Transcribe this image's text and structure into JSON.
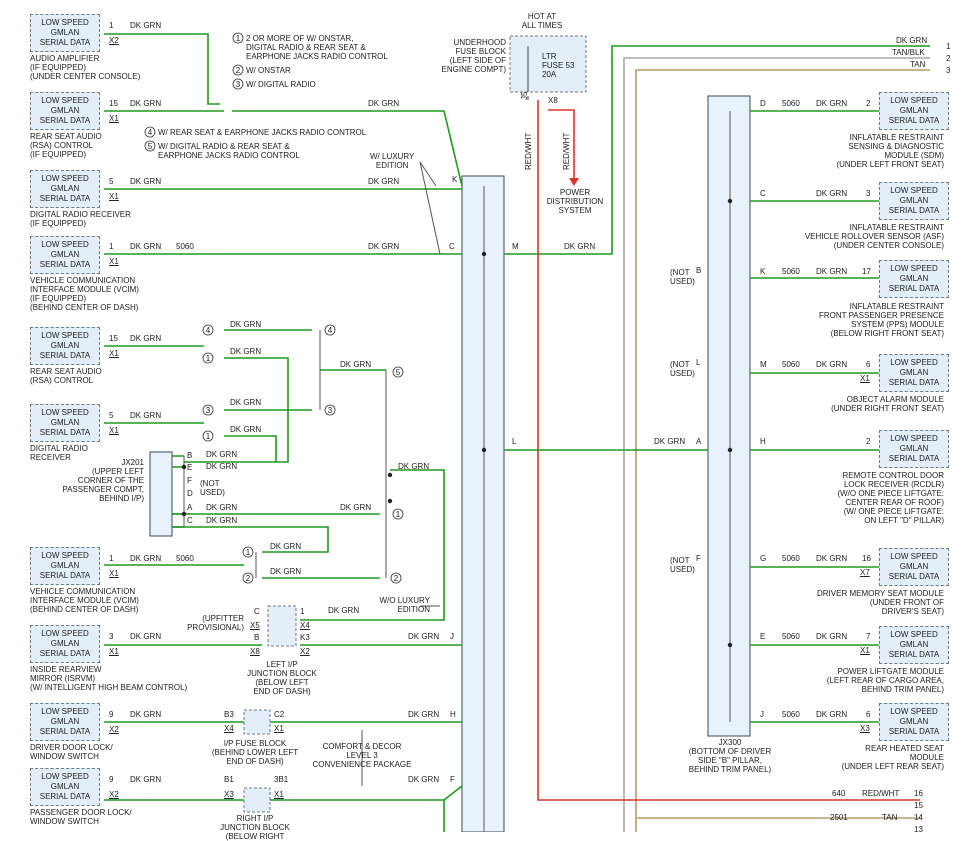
{
  "modules": [
    {
      "line1": "LOW SPEED",
      "line2": "GMLAN",
      "line3": "SERIAL DATA"
    }
  ],
  "wire_color": "DK GRN",
  "wire_colors": {
    "dk_grn": "#1e9a1e",
    "red_wht": "#e0332b",
    "tan": "#b59a6e",
    "tan_blk": "#a8a8a8"
  },
  "notes": {
    "n1": "2 OR MORE OF W/ ONSTAR,\nDIGITAL RADIO & REAR SEAT &\nEARPHONE JACKS RADIO CONTROL",
    "n2": "W/ ONSTAR",
    "n3": "W/ DIGITAL RADIO",
    "n4": "W/ REAR SEAT & EARPHONE JACKS RADIO CONTROL",
    "n5": "W/ DIGITAL RADIO & REAR SEAT &\nEARPHONE JACKS RADIO CONTROL"
  },
  "circle_nums": [
    "1",
    "2",
    "3",
    "4",
    "5"
  ],
  "left_modules": [
    {
      "pin": "1",
      "conn": "X2",
      "circuit": "",
      "desc": "AUDIO AMPLIFIER\n(IF EQUIPPED)\n(UNDER CENTER CONSOLE)"
    },
    {
      "pin": "15",
      "conn": "X1",
      "circuit": "",
      "desc": "REAR SEAT AUDIO\n(RSA) CONTROL\n(IF EQUIPPED)"
    },
    {
      "pin": "5",
      "conn": "X1",
      "circuit": "",
      "desc": "DIGITAL RADIO RECEIVER\n(IF EQUIPPED)"
    },
    {
      "pin": "1",
      "conn": "X1",
      "circuit": "5060",
      "desc": "VEHICLE COMMUNICATION\nINTERFACE MODULE (VCIM)\n(IF EQUIPPED)\n(BEHIND CENTER OF DASH)"
    },
    {
      "pin": "15",
      "conn": "X1",
      "circuit": "",
      "desc": "REAR SEAT AUDIO\n(RSA) CONTROL"
    },
    {
      "pin": "5",
      "conn": "X1",
      "circuit": "",
      "desc": "DIGITAL RADIO\nRECEIVER"
    },
    {
      "pin": "1",
      "conn": "X1",
      "circuit": "5060",
      "desc": "VEHICLE COMMUNICATION\nINTERFACE MODULE (VCIM)\n(BEHIND CENTER OF DASH)"
    },
    {
      "pin": "3",
      "conn": "X1",
      "circuit": "",
      "desc": "INSIDE REARVIEW\nMIRROR (ISRVM)\n(W/ INTELLIGENT HIGH BEAM CONTROL)"
    },
    {
      "pin": "9",
      "conn": "X2",
      "circuit": "",
      "desc": "DRIVER DOOR LOCK/\nWINDOW SWITCH"
    },
    {
      "pin": "9",
      "conn": "X2",
      "circuit": "",
      "desc": "PASSENGER DOOR LOCK/\nWINDOW SWITCH"
    }
  ],
  "right_modules": [
    {
      "jx_pin": "D",
      "circuit": "5060",
      "pin": "2",
      "conn": "",
      "desc": "INFLATABLE RESTRAINT\nSENSING & DIAGNOSTIC\nMODULE (SDM)\n(UNDER LEFT FRONT SEAT)"
    },
    {
      "jx_pin": "C",
      "circuit": "",
      "pin": "3",
      "conn": "",
      "desc": "INFLATABLE RESTRAINT\nVEHICLE ROLLOVER SENSOR (ASF)\n(UNDER CENTER CONSOLE)"
    },
    {
      "jx_pin": "K",
      "circuit": "5060",
      "pin": "17",
      "conn": "",
      "desc": "INFLATABLE RESTRAINT\nFRONT PASSENGER PRESENCE\nSYSTEM (PPS) MODULE\n(BELOW RIGHT FRONT SEAT)"
    },
    {
      "jx_pin": "M",
      "circuit": "5060",
      "pin": "6",
      "conn": "X1",
      "desc": "OBJECT ALARM MODULE\n(UNDER RIGHT FRONT SEAT)"
    },
    {
      "jx_pin": "H",
      "circuit": "",
      "pin": "2",
      "conn": "",
      "desc": "REMOTE CONTROL DOOR\nLOCK RECEIVER (RCDLR)\n(W/O ONE PIECE LIFTGATE:\nCENTER REAR OF ROOF)\n(W/ ONE PIECE LIFTGATE:\nON LEFT \"D\" PILLAR)"
    },
    {
      "jx_pin": "G",
      "circuit": "5060",
      "pin": "16",
      "conn": "X7",
      "desc": "DRIVER MEMORY SEAT MODULE\n(UNDER FRONT OF\nDRIVER'S SEAT)"
    },
    {
      "jx_pin": "E",
      "circuit": "5060",
      "pin": "7",
      "conn": "X1",
      "desc": "POWER LIFTGATE MODULE\n(LEFT REAR OF CARGO AREA,\nBEHIND TRIM PANEL)"
    },
    {
      "jx_pin": "J",
      "circuit": "5060",
      "pin": "6",
      "conn": "X3",
      "desc": "REAR HEATED SEAT\nMODULE\n(UNDER LEFT REAR SEAT)"
    }
  ],
  "jx201": {
    "desc": "JX201\n(UPPER LEFT\nCORNER OF THE\nPASSENGER COMPT,\nBEHIND I/P)",
    "pins": [
      "B",
      "E",
      "F",
      "D",
      "A",
      "C"
    ],
    "not_used": "(NOT\nUSED)"
  },
  "jx300": {
    "desc": "JX300\n(BOTTOM OF DRIVER\nSIDE \"B\" PILLAR,\nBEHIND TRIM PANEL)",
    "not_used": "(NOT\nUSED)",
    "pins_left": [
      "B",
      "L",
      "F"
    ],
    "pins_right": [
      "A"
    ]
  },
  "center_pins": {
    "k": "K",
    "c": "C",
    "m": "M",
    "l": "L",
    "j": "J",
    "h": "H",
    "f": "F"
  },
  "fuse": {
    "hot": "HOT AT\nALL TIMES",
    "block": "UNDERHOOD\nFUSE BLOCK\n(LEFT SIDE OF\nENGINE COMPT)",
    "label": "LTR\nFUSE 53\n20A",
    "j5": "J5",
    "pin": "X8",
    "wire": "RED/WHT",
    "dest": "POWER\nDISTRIBUTION\nSYSTEM"
  },
  "right_wires": [
    {
      "color": "DK GRN",
      "num": "1"
    },
    {
      "color": "TAN/BLK",
      "num": "2"
    },
    {
      "color": "TAN",
      "num": "3"
    }
  ],
  "bottom_wires": [
    {
      "circuit": "640",
      "color": "RED/WHT",
      "num": "16"
    },
    {
      "circuit": "",
      "color": "",
      "num": "15"
    },
    {
      "circuit": "2501",
      "color": "TAN",
      "num": "14"
    },
    {
      "circuit": "",
      "color": "",
      "num": "13"
    }
  ],
  "luxury": {
    "with": "W/ LUXURY\nEDITION",
    "without": "W/O LUXURY\nEDITION"
  },
  "upfitter": "(UPFITTER\nPROVISIONAL)",
  "left_ip_jb": {
    "desc": "LEFT I/P\nJUNCTION BLOCK\n(BELOW LEFT\nEND OF DASH)",
    "pins": [
      "C",
      "B",
      "1",
      "K3",
      "X5",
      "X8",
      "X4",
      "X2"
    ]
  },
  "ip_fuse": {
    "desc": "I/P FUSE BLOCK\n(BEHIND LOWER LEFT\nEND OF DASH)",
    "pins": [
      "B3",
      "C2",
      "X4",
      "X1"
    ]
  },
  "right_ip_jb": {
    "desc": "RIGHT I/P\nJUNCTION BLOCK\n(BELOW RIGHT",
    "pins": [
      "B1",
      "3B1",
      "X3",
      "X1"
    ]
  },
  "comfort": "COMFORT & DECOR\nLEVEL 3\nCONVENIENCE PACKAGE"
}
